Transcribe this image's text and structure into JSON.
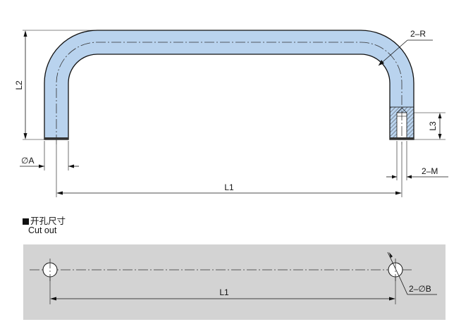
{
  "labels": {
    "radius": "2–R",
    "height": "L2",
    "thread_depth": "L3",
    "diameter": "∅A",
    "thread": "2–M",
    "length": "L1"
  },
  "cutout": {
    "title_cn": "开孔尺寸",
    "title_en": "Cut out",
    "length": "L1",
    "hole": "2–∅B"
  },
  "colors": {
    "handle_fill": "#b9d3ee",
    "outline": "#111111",
    "cutout_panel": "#d3d3d3",
    "hatch": "#444444"
  }
}
